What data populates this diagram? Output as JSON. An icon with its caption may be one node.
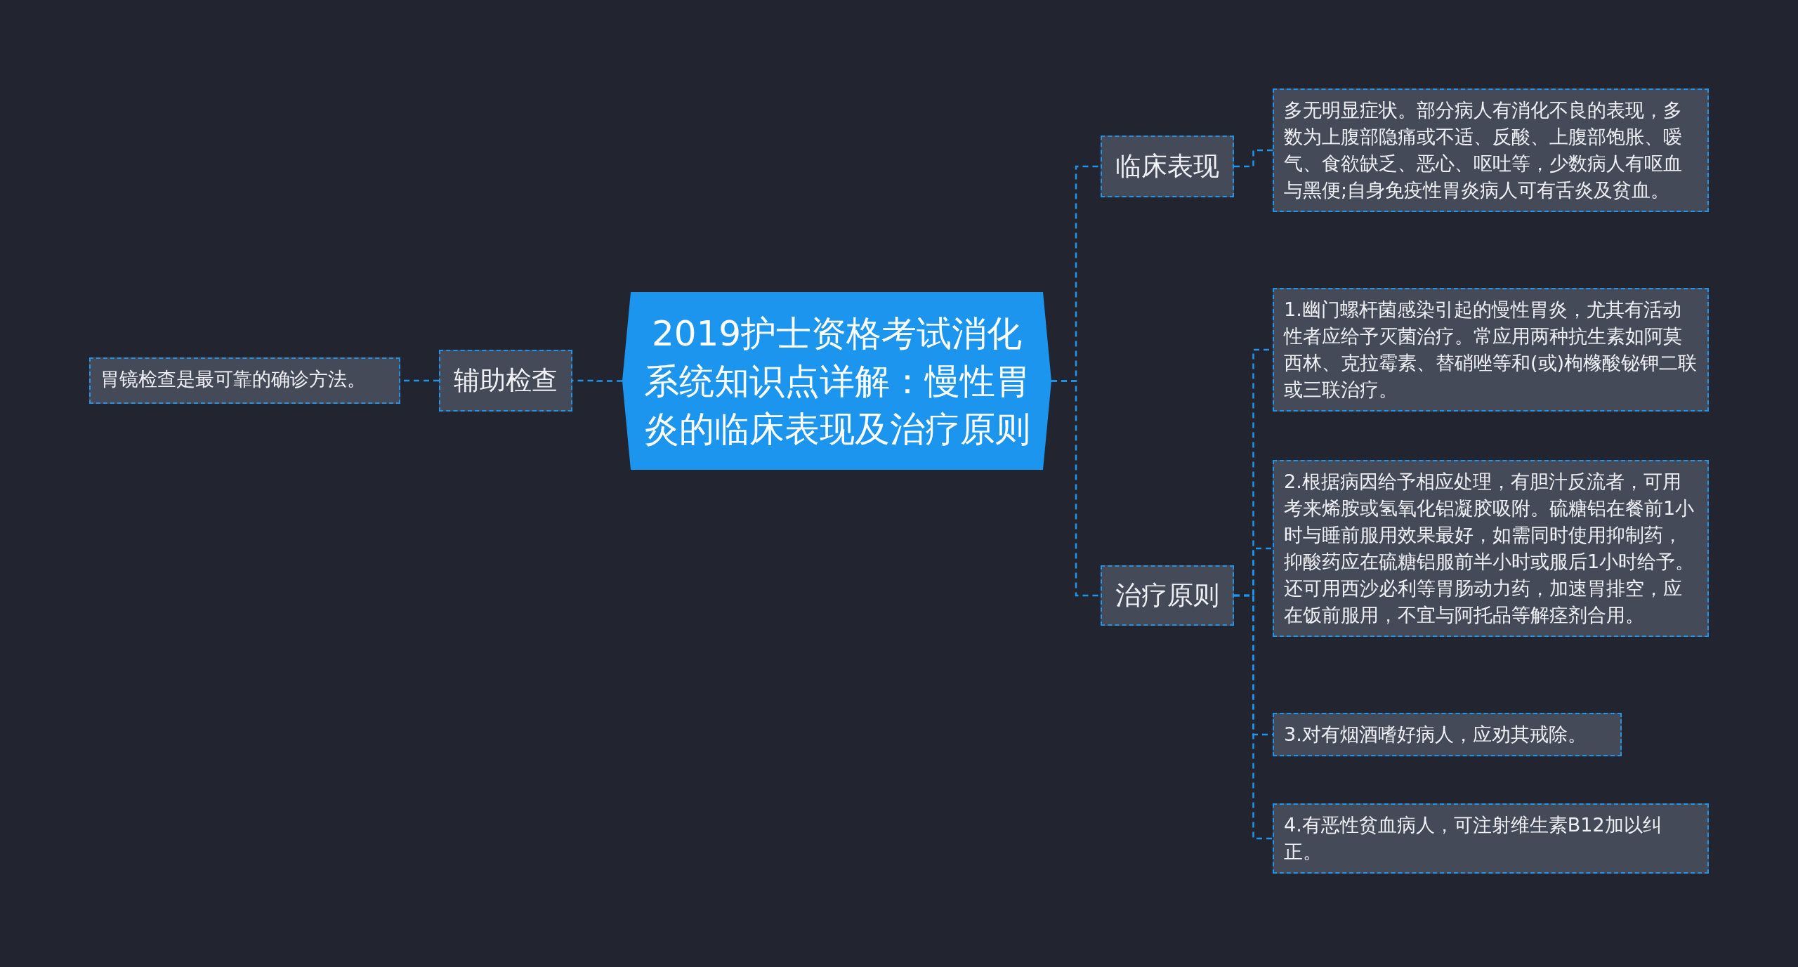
{
  "diagram": {
    "nodes": [
      {
        "text": [
          "2019护士资格考试消化系统知识点详解：慢性胃炎的临床表现及治疗原则"
        ]
      },
      {
        "text": [
          "临床表现"
        ]
      },
      {
        "text": [
          "多无明显症状。部分病人有消化不良的表现，多数为上腹部隐痛或不适、反酸、上腹部饱胀、嗳气、食欲缺乏、恶心、呕吐等，少数病人有呕血与黑便;自身免疫性胃炎病人可有舌炎及贫血。"
        ]
      },
      {
        "text": [
          "治疗原则"
        ]
      },
      {
        "text": [
          "1.幽门螺杆菌感染引起的慢性胃炎，尤其有活动性者应给予灭菌治疗。常应用两种抗生素如阿莫西林、克拉霉素、替硝唑等和(或)枸橼酸铋钾二联或三联治疗。"
        ]
      },
      {
        "text": [
          "2.根据病因给予相应处理，有胆汁反流者，可用考来烯胺或氢氧化铝凝胶吸附。硫糖铝在餐前1小时与睡前服用效果最好，如需同时使用抑制药，抑酸药应在硫糖铝服前半小时或服后1小时给予。还可用西沙必利等胃肠动力药，加速胃排空，应在饭前服用，不宜与阿托品等解痉剂合用。"
        ]
      },
      {
        "text": [
          "3.对有烟酒嗜好病人，应劝其戒除。"
        ]
      },
      {
        "text": [
          "4.有恶性贫血病人，可注射维生素B12加以纠正。"
        ]
      },
      {
        "text": [
          "辅助检查"
        ]
      },
      {
        "text": [
          "胃镜检查是最可靠的确诊方法。"
        ]
      }
    ],
    "edges": [
      {
        "from": 0,
        "to": 1,
        "arrow": "none",
        "style": "dashed"
      },
      {
        "from": 1,
        "to": 2,
        "arrow": "none",
        "style": "dashed"
      },
      {
        "from": 0,
        "to": 3,
        "arrow": "none",
        "style": "dashed"
      },
      {
        "from": 3,
        "to": 4,
        "arrow": "none",
        "style": "dashed"
      },
      {
        "from": 3,
        "to": 5,
        "arrow": "none",
        "style": "dashed"
      },
      {
        "from": 3,
        "to": 6,
        "arrow": "none",
        "style": "dashed"
      },
      {
        "from": 3,
        "to": 7,
        "arrow": "none",
        "style": "dashed"
      },
      {
        "from": 0,
        "to": 8,
        "arrow": "none",
        "style": "dashed"
      },
      {
        "from": 8,
        "to": 9,
        "arrow": "none",
        "style": "dashed"
      }
    ]
  }
}
